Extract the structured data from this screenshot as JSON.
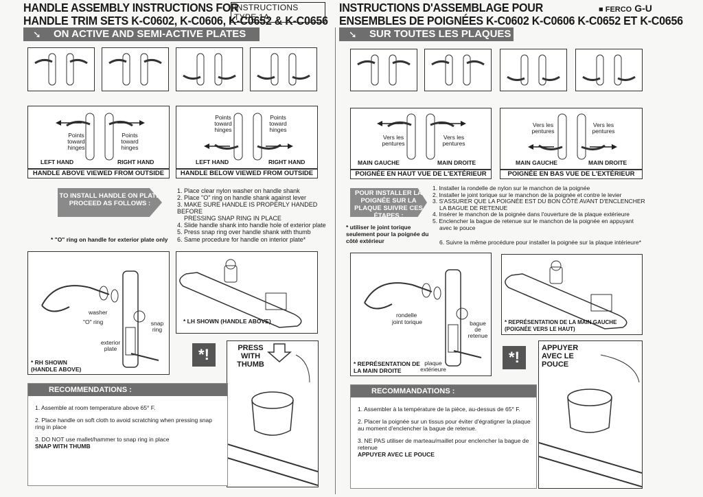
{
  "en": {
    "title_line1": "HANDLE ASSEMBLY INSTRUCTIONS FOR",
    "title_line2": "HANDLE TRIM SETS K-C0602, K-C0606, K-C0652 & K-C0656",
    "badge": "INSTRUCTIONS TYPE 1A",
    "band": "ON ACTIVE AND SEMI-ACTIVE PLATES",
    "points_toward_hinges": "Points toward hinges",
    "left_hand": "LEFT HAND",
    "right_hand": "RIGHT HAND",
    "caption_above": "HANDLE ABOVE VIEWED FROM OUTSIDE",
    "caption_below": "HANDLE BELOW VIEWED FROM OUTSIDE",
    "callout": "TO INSTALL HANDLE ON PLATE PROCEED AS FOLLOWS :",
    "steps": [
      "1. Place clear nylon washer on handle shank",
      "2. Place \"O\" ring on handle shank against lever",
      "3. MAKE SURE HANDLE IS PROPERLY HANDED BEFORE",
      "PRESSING SNAP RING IN PLACE",
      "4. Slide handle shank into handle hole of exterior plate",
      "5. Press snap ring over handle shank with thumb"
    ],
    "o_ring_note": "* \"O\" ring on handle for exterior plate only",
    "step6": "6. Same procedure for handle on interior plate*",
    "washer": "washer",
    "o_ring": "\"O\" ring",
    "snap_ring": "snap ring",
    "exterior_plate": "exterior plate",
    "rh_shown": "* RH SHOWN (HANDLE ABOVE)",
    "lh_shown": "* LH SHOWN (HANDLE ABOVE)",
    "press_with_thumb": "PRESS WITH THUMB",
    "warn": "*!",
    "recommendations_title": "RECOMMENDATIONS :",
    "rec1": "1. Assemble at room temperature above 65° F.",
    "rec2": "2. Place handle on soft cloth to avoid scratching when pressing snap ring in place",
    "rec3a": "3. DO NOT use mallet/hammer to snap ring in place",
    "rec3b": "SNAP WITH THUMB"
  },
  "fr": {
    "title_line1": "INSTRUCTIONS D'ASSEMBLAGE POUR",
    "title_line2": "ENSEMBLES DE POIGNÉES K-C0602 K-C0606 K-C0652 ET K-C0656",
    "band": "SUR TOUTES LES PLAQUES",
    "vers_les_pentures": "Vers les pentures",
    "main_gauche": "MAIN GAUCHE",
    "main_droite": "MAIN DROITE",
    "caption_haut": "POIGNÉE EN HAUT VUE DE L'EXTÉRIEUR",
    "caption_bas": "POIGNÉE EN BAS VUE DE L'EXTÉRIEUR",
    "callout": "POUR INSTALLER LA POIGNÉE SUR LA PLAQUE SUIVRE CES ÉTAPES :",
    "steps": [
      "1. Installer la rondelle de nylon sur le manchon de la poignée",
      "2. Installer le joint torique sur le manchon de la poignée et contre le levier",
      "3. S'ASSURER QUE LA POIGNÉE EST DU BON CÔTÉ AVANT D'ENCLENCHER",
      "LA BAGUE DE RETENUE",
      "4. Insérer le manchon de la poignée dans l'ouverture de la plaque extérieure",
      "5. Enclencher la bague de retenue sur le manchon de la poignée en appuyant",
      "avec le pouce"
    ],
    "joint_note": "* utiliser le joint torique seulement pour la poignée du côté extérieur",
    "step6": "6. Suivre la même procédure pour installer la poignée sur la plaque intérieure*",
    "rondelle": "rondelle",
    "joint_torique": "joint torique",
    "bague": "bague de retenue",
    "plaque_ext": "plaque extérieure",
    "rep_droite": "* REPRÉSENTATION DE LA MAIN DROITE",
    "rep_gauche": "* REPRÉSENTATION DE LA MAIN GAUCHE (POIGNÉE VERS LE HAUT)",
    "appuyer": "APPUYER AVEC LE POUCE",
    "warn": "*!",
    "recommendations_title": "RECOMMANDATIONS :",
    "rec1": "1. Assembler à la température de la pièce, au-dessus de 65° F.",
    "rec2": "2. Placer la poignée sur un tissus pour éviter d'égratigner la plaque au moment d'enclencher la bague de retenue.",
    "rec3a": "3. NE PAS utiliser de marteau/maillet pour enclencher la bague de retenue",
    "rec3b": "APPUYER AVEC LE POUCE"
  },
  "logo": {
    "brand": "FERCO",
    "gu": "G-U"
  }
}
